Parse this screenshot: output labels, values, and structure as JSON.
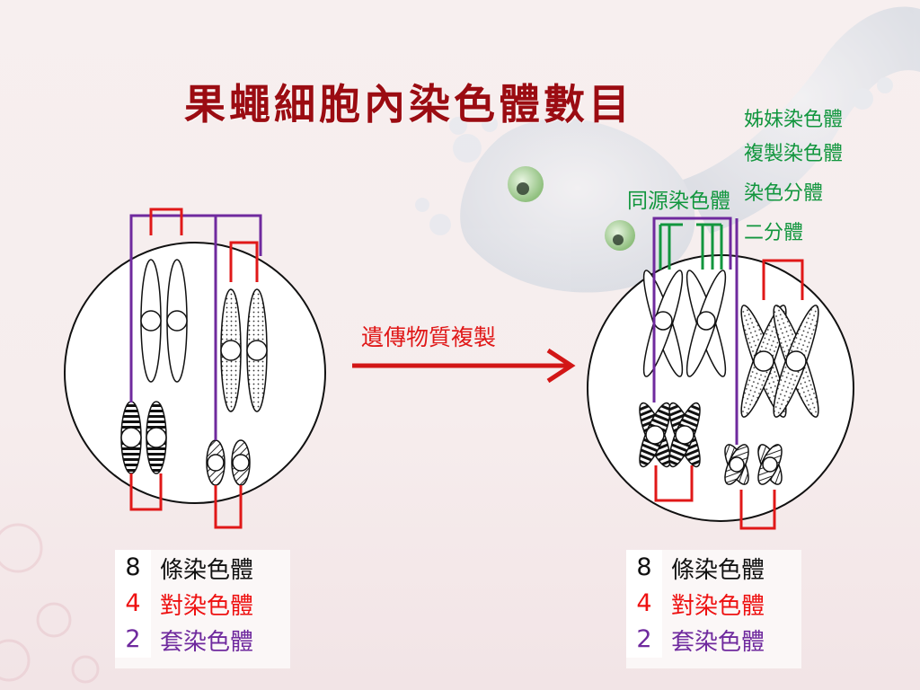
{
  "title": "果蠅細胞內染色體數目",
  "arrow_label": "遺傳物質複製",
  "annotations": {
    "sister_chromatid": "姊妹染色體",
    "replicated_chromosome": "複製染色體",
    "homologous_chromosome": "同源染色體",
    "tetrad": "染色分體",
    "dyad": "二分體"
  },
  "legend_left": [
    {
      "num": "8",
      "label": "條染色體"
    },
    {
      "num": "4",
      "label": "對染色體"
    },
    {
      "num": "2",
      "label": "套染色體"
    }
  ],
  "legend_right": [
    {
      "num": "8",
      "label": "條染色體"
    },
    {
      "num": "4",
      "label": "對染色體"
    },
    {
      "num": "2",
      "label": "套染色體"
    }
  ],
  "colors": {
    "title": "#9b0c12",
    "red": "#e01818",
    "purple": "#6f2a9e",
    "green": "#12963e"
  }
}
